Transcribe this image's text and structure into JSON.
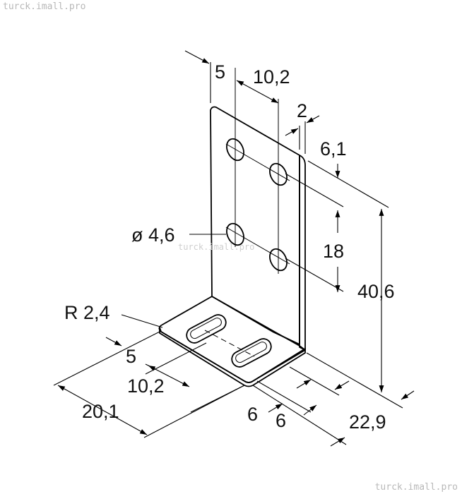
{
  "watermarks": {
    "top_left": "turck.imall.pro",
    "bottom_right": "turck.imall.pro",
    "center": "turck.imall.pro"
  },
  "dimensions": {
    "d_5_top": "5",
    "d_10_2_top": "10,2",
    "d_2": "2",
    "d_6_1": "6,1",
    "d_dia": "ø 4,6",
    "d_18": "18",
    "d_40_6": "40,6",
    "d_r_2_4": "R 2,4",
    "d_5_bottom": "5",
    "d_10_2_bottom": "10,2",
    "d_20_1": "20,1",
    "d_6_a": "6",
    "d_6_b": "6",
    "d_22_9": "22,9"
  },
  "colors": {
    "face": "#c4c4c4",
    "face_dark": "#b0b0b0",
    "edge": "#000000"
  }
}
